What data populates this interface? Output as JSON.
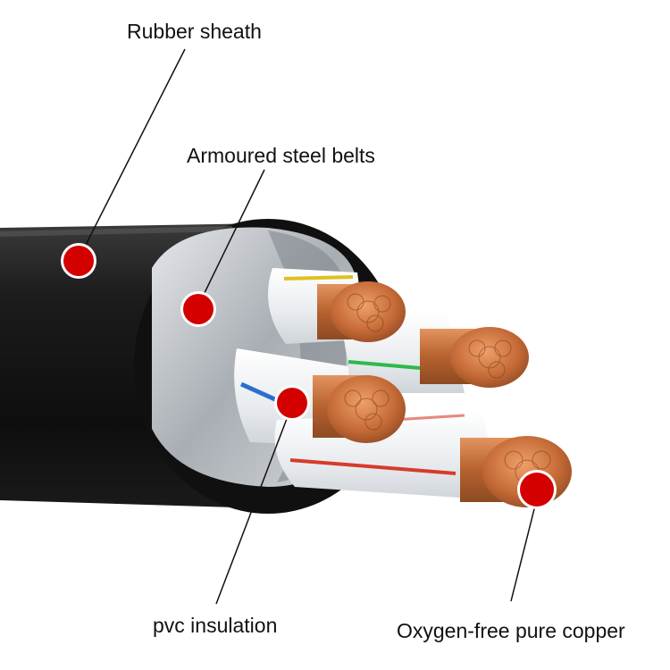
{
  "labels": {
    "rubber_sheath": "Rubber sheath",
    "armoured_steel_belts": "Armoured steel belts",
    "pvc_insulation": "pvc insulation",
    "copper": "Oxygen-free pure copper"
  },
  "colors": {
    "marker": "#d40000",
    "marker_ring": "#ffffff",
    "sheath": "#151515",
    "steel": "#c9cdd2",
    "insulation": "#eef0f2",
    "copper": "#c8733f",
    "stripe_yellow": "#e0c020",
    "stripe_green": "#2fb84a",
    "stripe_blue": "#2a6fd0",
    "stripe_red": "#d83a2a"
  }
}
